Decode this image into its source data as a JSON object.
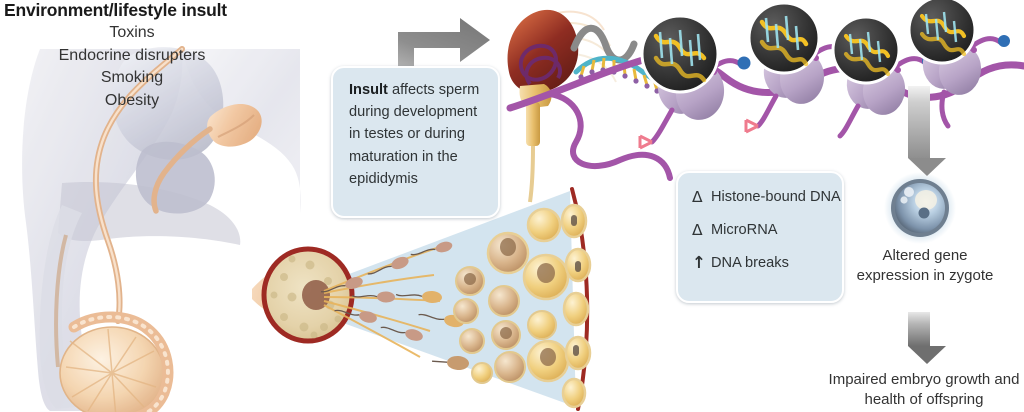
{
  "page": {
    "title": "Environment/lifestyle insult"
  },
  "insult_factors": [
    "Toxins",
    "Endocrine disrupters",
    "Smoking",
    "Obesity"
  ],
  "insult_callout": {
    "lead": "Insult",
    "body": " affects sperm during development in testes or during maturation in the epididymis"
  },
  "markers_callout": {
    "items": [
      {
        "symbol": "Δ",
        "symbol_name": "delta-change-symbol",
        "label": "Histone-bound DNA"
      },
      {
        "symbol": "Δ",
        "symbol_name": "delta-change-symbol",
        "label": "MicroRNA"
      },
      {
        "symbol": "↑",
        "symbol_name": "up-arrow-symbol",
        "label": "DNA breaks"
      }
    ]
  },
  "zygote": {
    "caption": "Altered gene expression in zygote"
  },
  "outcome": {
    "caption": "Impaired embryo growth and health of offspring"
  },
  "icons": {
    "arrow_insult_to_sperm": "elbow-arrow-right-icon",
    "arrow_chromatin_to_zygote": "arrow-down-icon",
    "arrow_zygote_to_outcome": "arrow-down-icon",
    "body_silhouette": "male-reproductive-anatomy-illustration",
    "sperm_wedge": "spermatogenesis-wedge-illustration",
    "sperm_cell": "sperm-head-rna-illustration",
    "chromatin": "nucleosome-chromatin-illustration",
    "zygote_cell": "zygote-cell-illustration"
  },
  "colors": {
    "callout_fill": "#dbe7ef",
    "callout_border": "#ffffff",
    "text": "#333333",
    "title": "#1a1a1a",
    "arrow_grey": "#8c8c8c",
    "wedge_blue": "#cfe2ee",
    "tubule_rim": "#9e2a23",
    "chromatin_purple": "#a355a8",
    "dna_yellow": "#f2c024",
    "dna_cyan": "#4fc3d9",
    "marker_blue": "#2f6fb5",
    "marker_pink": "#ef7b8e",
    "zygote_blue": "#9fb9cf",
    "anatomy_tan": "#e8b089",
    "anatomy_grey": "#bfc0cf"
  }
}
